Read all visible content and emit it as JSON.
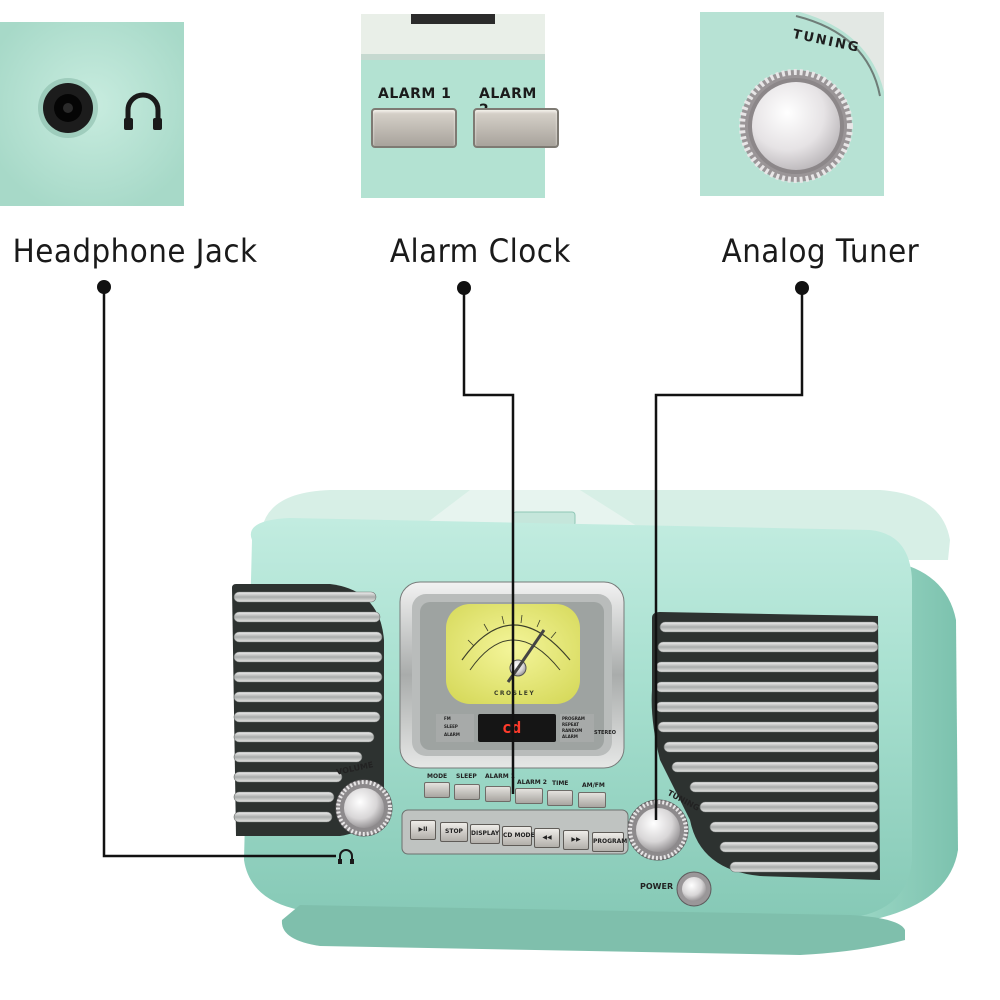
{
  "features": [
    {
      "label": "Headphone Jack",
      "icon": "headphone-icon"
    },
    {
      "label": "Alarm Clock",
      "buttons": [
        "ALARM 1",
        "ALARM 2"
      ]
    },
    {
      "label": "Analog Tuner",
      "knob_label": "TUNING"
    }
  ],
  "radio": {
    "brand": "CROSLEY",
    "display_text": "cd",
    "volume_label": "VOLUME",
    "tuning_label": "TUNING",
    "power_label": "POWER",
    "stereo_label": "STEREO",
    "top_buttons": [
      "MODE",
      "SLEEP",
      "ALARM 1",
      "ALARM 2",
      "TIME",
      "AM/FM"
    ],
    "cd_buttons": [
      "▶II",
      "STOP",
      "DISPLAY",
      "CD MODE",
      "◀◀",
      "▶▶",
      "PROGRAM"
    ],
    "indicators_left": [
      "FM",
      "SLEEP",
      "ALARM"
    ],
    "indicators_right": [
      "PROGRAM",
      "REPEAT",
      "RANDOM",
      "ALARM"
    ]
  },
  "colors": {
    "body": "#a8e0d0",
    "body_shadow": "#7fc3b1",
    "chrome": "#c9ccca",
    "dial": "#e8ea7a"
  }
}
